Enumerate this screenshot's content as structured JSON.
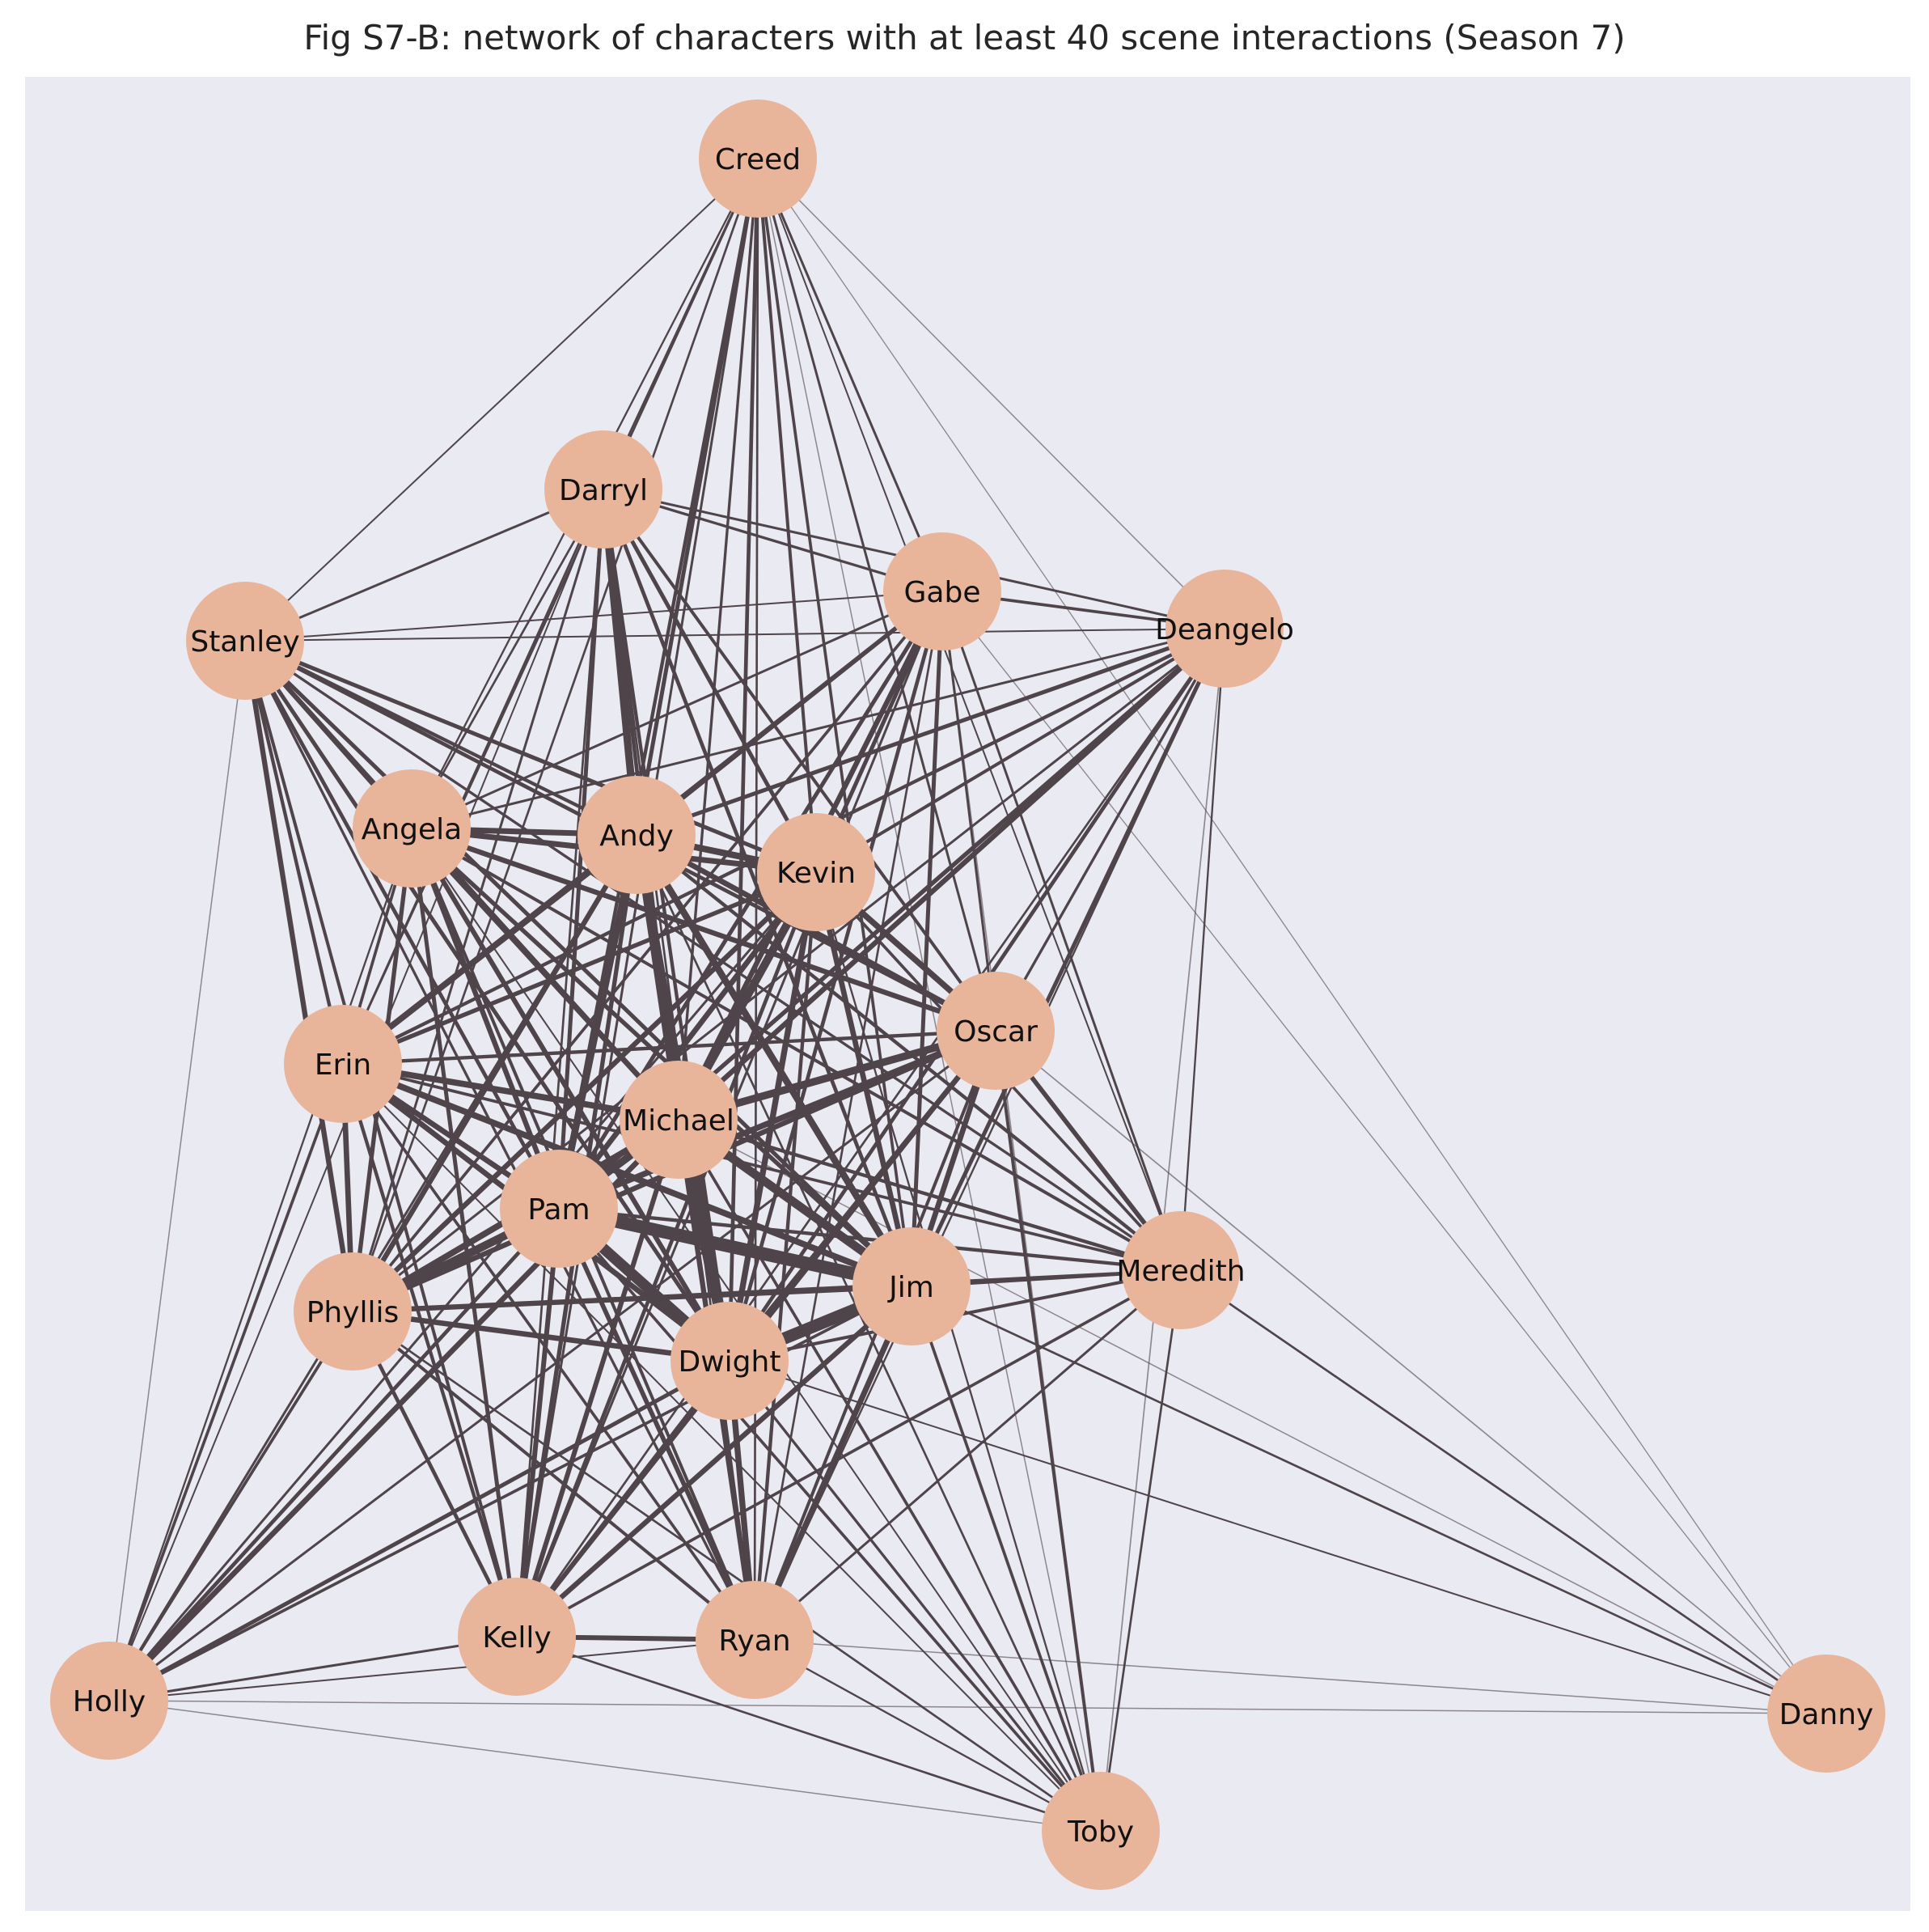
{
  "title": "Fig S7-B: network of characters with at least 40 scene interactions (Season 7)",
  "colors": {
    "background": "#EAEAF2",
    "node": "#E8B49A",
    "edge": "#4E4449",
    "label": "#111111"
  },
  "chart_data": {
    "type": "network",
    "title": "Fig S7-B: network of characters with at least 40 scene interactions (Season 7)",
    "min_interactions": 40,
    "nodes": [
      "Creed",
      "Darryl",
      "Gabe",
      "Deangelo",
      "Stanley",
      "Angela",
      "Andy",
      "Kevin",
      "Oscar",
      "Erin",
      "Michael",
      "Pam",
      "Jim",
      "Meredith",
      "Phyllis",
      "Dwight",
      "Kelly",
      "Ryan",
      "Holly",
      "Danny",
      "Toby"
    ],
    "edges": [
      [
        "Creed",
        "Darryl",
        80
      ],
      [
        "Creed",
        "Stanley",
        60
      ],
      [
        "Creed",
        "Andy",
        150
      ],
      [
        "Creed",
        "Kevin",
        120
      ],
      [
        "Creed",
        "Gabe",
        90
      ],
      [
        "Creed",
        "Oscar",
        90
      ],
      [
        "Creed",
        "Angela",
        70
      ],
      [
        "Creed",
        "Erin",
        80
      ],
      [
        "Creed",
        "Michael",
        100
      ],
      [
        "Creed",
        "Pam",
        130
      ],
      [
        "Creed",
        "Jim",
        110
      ],
      [
        "Creed",
        "Dwight",
        140
      ],
      [
        "Creed",
        "Phyllis",
        80
      ],
      [
        "Creed",
        "Kelly",
        90
      ],
      [
        "Creed",
        "Ryan",
        80
      ],
      [
        "Creed",
        "Meredith",
        60
      ],
      [
        "Creed",
        "Deangelo",
        45
      ],
      [
        "Creed",
        "Danny",
        40
      ],
      [
        "Creed",
        "Toby",
        45
      ],
      [
        "Darryl",
        "Stanley",
        90
      ],
      [
        "Darryl",
        "Gabe",
        100
      ],
      [
        "Darryl",
        "Deangelo",
        90
      ],
      [
        "Darryl",
        "Andy",
        280
      ],
      [
        "Darryl",
        "Kevin",
        150
      ],
      [
        "Darryl",
        "Angela",
        80
      ],
      [
        "Darryl",
        "Erin",
        80
      ],
      [
        "Darryl",
        "Michael",
        140
      ],
      [
        "Darryl",
        "Pam",
        150
      ],
      [
        "Darryl",
        "Jim",
        140
      ],
      [
        "Darryl",
        "Dwight",
        130
      ],
      [
        "Darryl",
        "Phyllis",
        90
      ],
      [
        "Darryl",
        "Kelly",
        80
      ],
      [
        "Darryl",
        "Oscar",
        120
      ],
      [
        "Darryl",
        "Ryan",
        80
      ],
      [
        "Darryl",
        "Holly",
        60
      ],
      [
        "Gabe",
        "Stanley",
        60
      ],
      [
        "Gabe",
        "Deangelo",
        110
      ],
      [
        "Gabe",
        "Andy",
        150
      ],
      [
        "Gabe",
        "Kevin",
        150
      ],
      [
        "Gabe",
        "Angela",
        90
      ],
      [
        "Gabe",
        "Erin",
        150
      ],
      [
        "Gabe",
        "Michael",
        190
      ],
      [
        "Gabe",
        "Pam",
        150
      ],
      [
        "Gabe",
        "Jim",
        150
      ],
      [
        "Gabe",
        "Dwight",
        140
      ],
      [
        "Gabe",
        "Phyllis",
        110
      ],
      [
        "Gabe",
        "Oscar",
        90
      ],
      [
        "Gabe",
        "Kelly",
        90
      ],
      [
        "Gabe",
        "Ryan",
        80
      ],
      [
        "Gabe",
        "Meredith",
        90
      ],
      [
        "Gabe",
        "Toby",
        50
      ],
      [
        "Gabe",
        "Danny",
        40
      ],
      [
        "Deangelo",
        "Stanley",
        60
      ],
      [
        "Deangelo",
        "Andy",
        150
      ],
      [
        "Deangelo",
        "Kevin",
        120
      ],
      [
        "Deangelo",
        "Angela",
        90
      ],
      [
        "Deangelo",
        "Erin",
        130
      ],
      [
        "Deangelo",
        "Michael",
        190
      ],
      [
        "Deangelo",
        "Pam",
        160
      ],
      [
        "Deangelo",
        "Jim",
        150
      ],
      [
        "Deangelo",
        "Dwight",
        140
      ],
      [
        "Deangelo",
        "Phyllis",
        90
      ],
      [
        "Deangelo",
        "Oscar",
        100
      ],
      [
        "Deangelo",
        "Kelly",
        80
      ],
      [
        "Deangelo",
        "Meredith",
        70
      ],
      [
        "Deangelo",
        "Toby",
        50
      ],
      [
        "Deangelo",
        "Ryan",
        70
      ],
      [
        "Stanley",
        "Andy",
        130
      ],
      [
        "Stanley",
        "Angela",
        140
      ],
      [
        "Stanley",
        "Kevin",
        150
      ],
      [
        "Stanley",
        "Erin",
        130
      ],
      [
        "Stanley",
        "Michael",
        170
      ],
      [
        "Stanley",
        "Pam",
        140
      ],
      [
        "Stanley",
        "Jim",
        150
      ],
      [
        "Stanley",
        "Dwight",
        150
      ],
      [
        "Stanley",
        "Phyllis",
        190
      ],
      [
        "Stanley",
        "Oscar",
        140
      ],
      [
        "Stanley",
        "Kelly",
        120
      ],
      [
        "Stanley",
        "Ryan",
        100
      ],
      [
        "Stanley",
        "Meredith",
        100
      ],
      [
        "Stanley",
        "Holly",
        45
      ],
      [
        "Angela",
        "Andy",
        210
      ],
      [
        "Angela",
        "Kevin",
        210
      ],
      [
        "Angela",
        "Oscar",
        190
      ],
      [
        "Angela",
        "Erin",
        110
      ],
      [
        "Angela",
        "Michael",
        200
      ],
      [
        "Angela",
        "Pam",
        190
      ],
      [
        "Angela",
        "Jim",
        160
      ],
      [
        "Angela",
        "Dwight",
        180
      ],
      [
        "Angela",
        "Phyllis",
        160
      ],
      [
        "Angela",
        "Kelly",
        150
      ],
      [
        "Angela",
        "Ryan",
        120
      ],
      [
        "Angela",
        "Meredith",
        120
      ],
      [
        "Angela",
        "Holly",
        70
      ],
      [
        "Angela",
        "Toby",
        60
      ],
      [
        "Andy",
        "Kevin",
        240
      ],
      [
        "Andy",
        "Oscar",
        200
      ],
      [
        "Andy",
        "Erin",
        230
      ],
      [
        "Andy",
        "Michael",
        220
      ],
      [
        "Andy",
        "Pam",
        260
      ],
      [
        "Andy",
        "Jim",
        250
      ],
      [
        "Andy",
        "Dwight",
        320
      ],
      [
        "Andy",
        "Phyllis",
        190
      ],
      [
        "Andy",
        "Kelly",
        160
      ],
      [
        "Andy",
        "Ryan",
        150
      ],
      [
        "Andy",
        "Meredith",
        130
      ],
      [
        "Andy",
        "Holly",
        90
      ],
      [
        "Andy",
        "Toby",
        80
      ],
      [
        "Kevin",
        "Oscar",
        220
      ],
      [
        "Kevin",
        "Erin",
        160
      ],
      [
        "Kevin",
        "Michael",
        300
      ],
      [
        "Kevin",
        "Pam",
        200
      ],
      [
        "Kevin",
        "Jim",
        200
      ],
      [
        "Kevin",
        "Dwight",
        220
      ],
      [
        "Kevin",
        "Phyllis",
        190
      ],
      [
        "Kevin",
        "Kelly",
        140
      ],
      [
        "Kevin",
        "Ryan",
        130
      ],
      [
        "Kevin",
        "Meredith",
        110
      ],
      [
        "Kevin",
        "Holly",
        90
      ],
      [
        "Kevin",
        "Toby",
        70
      ],
      [
        "Oscar",
        "Erin",
        130
      ],
      [
        "Oscar",
        "Michael",
        280
      ],
      [
        "Oscar",
        "Pam",
        220
      ],
      [
        "Oscar",
        "Jim",
        200
      ],
      [
        "Oscar",
        "Dwight",
        200
      ],
      [
        "Oscar",
        "Phyllis",
        190
      ],
      [
        "Oscar",
        "Kelly",
        120
      ],
      [
        "Oscar",
        "Ryan",
        120
      ],
      [
        "Oscar",
        "Meredith",
        170
      ],
      [
        "Oscar",
        "Holly",
        90
      ],
      [
        "Oscar",
        "Toby",
        120
      ],
      [
        "Oscar",
        "Danny",
        50
      ],
      [
        "Erin",
        "Michael",
        230
      ],
      [
        "Erin",
        "Pam",
        200
      ],
      [
        "Erin",
        "Jim",
        230
      ],
      [
        "Erin",
        "Dwight",
        200
      ],
      [
        "Erin",
        "Phyllis",
        200
      ],
      [
        "Erin",
        "Kelly",
        130
      ],
      [
        "Erin",
        "Ryan",
        110
      ],
      [
        "Erin",
        "Meredith",
        110
      ],
      [
        "Erin",
        "Holly",
        110
      ],
      [
        "Erin",
        "Toby",
        60
      ],
      [
        "Michael",
        "Pam",
        280
      ],
      [
        "Michael",
        "Jim",
        320
      ],
      [
        "Michael",
        "Dwight",
        360
      ],
      [
        "Michael",
        "Phyllis",
        230
      ],
      [
        "Michael",
        "Kelly",
        180
      ],
      [
        "Michael",
        "Ryan",
        190
      ],
      [
        "Michael",
        "Meredith",
        130
      ],
      [
        "Michael",
        "Holly",
        200
      ],
      [
        "Michael",
        "Toby",
        110
      ],
      [
        "Michael",
        "Danny",
        45
      ],
      [
        "Pam",
        "Jim",
        480
      ],
      [
        "Pam",
        "Dwight",
        400
      ],
      [
        "Pam",
        "Phyllis",
        300
      ],
      [
        "Pam",
        "Kelly",
        180
      ],
      [
        "Pam",
        "Ryan",
        170
      ],
      [
        "Pam",
        "Meredith",
        130
      ],
      [
        "Pam",
        "Holly",
        140
      ],
      [
        "Pam",
        "Toby",
        110
      ],
      [
        "Jim",
        "Dwight",
        450
      ],
      [
        "Jim",
        "Phyllis",
        190
      ],
      [
        "Jim",
        "Kelly",
        190
      ],
      [
        "Jim",
        "Ryan",
        210
      ],
      [
        "Jim",
        "Meredith",
        140
      ],
      [
        "Jim",
        "Holly",
        110
      ],
      [
        "Jim",
        "Toby",
        110
      ],
      [
        "Jim",
        "Danny",
        80
      ],
      [
        "Meredith",
        "Dwight",
        120
      ],
      [
        "Meredith",
        "Phyllis",
        100
      ],
      [
        "Meredith",
        "Kelly",
        110
      ],
      [
        "Meredith",
        "Ryan",
        90
      ],
      [
        "Meredith",
        "Toby",
        80
      ],
      [
        "Meredith",
        "Danny",
        80
      ],
      [
        "Phyllis",
        "Dwight",
        200
      ],
      [
        "Phyllis",
        "Kelly",
        140
      ],
      [
        "Phyllis",
        "Ryan",
        120
      ],
      [
        "Phyllis",
        "Holly",
        110
      ],
      [
        "Phyllis",
        "Toby",
        80
      ],
      [
        "Dwight",
        "Kelly",
        160
      ],
      [
        "Dwight",
        "Ryan",
        220
      ],
      [
        "Dwight",
        "Holly",
        150
      ],
      [
        "Dwight",
        "Toby",
        100
      ],
      [
        "Dwight",
        "Danny",
        60
      ],
      [
        "Kelly",
        "Ryan",
        180
      ],
      [
        "Kelly",
        "Holly",
        90
      ],
      [
        "Kelly",
        "Toby",
        80
      ],
      [
        "Ryan",
        "Holly",
        60
      ],
      [
        "Ryan",
        "Toby",
        70
      ],
      [
        "Ryan",
        "Danny",
        45
      ],
      [
        "Holly",
        "Toby",
        45
      ],
      [
        "Holly",
        "Danny",
        45
      ]
    ]
  }
}
